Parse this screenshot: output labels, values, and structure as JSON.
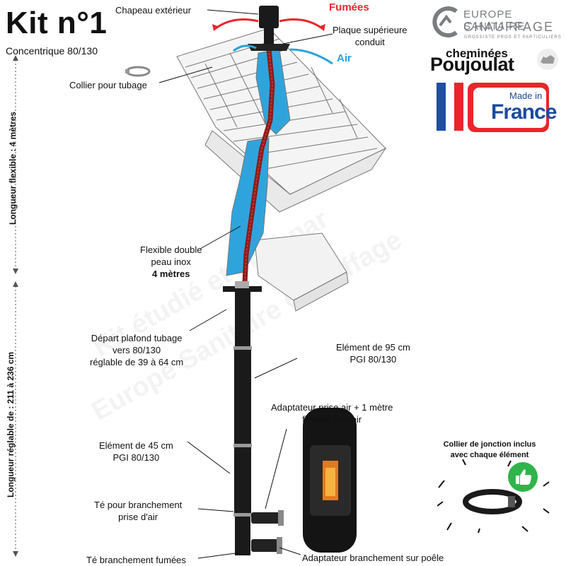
{
  "title": "Kit n°1",
  "subtitle": "Concentrique 80/130",
  "vertical_labels": {
    "flexible_length": "Longueur flexible : 4 mètres",
    "adjustable_length": "Longueur réglable de : 211 à 236 cm"
  },
  "flows": {
    "fumes": "Fumées",
    "air": "Air"
  },
  "labels": {
    "chapeau": "Chapeau extérieur",
    "plaque": [
      "Plaque supérieure",
      "conduit"
    ],
    "collier_tubage": "Collier pour tubage",
    "flexible": [
      "Flexible double",
      "peau inox"
    ],
    "flexible_bold": "4 mètres",
    "depart": [
      "Départ plafond tubage",
      "vers 80/130",
      "réglable de 39 à 64 cm"
    ],
    "element95": [
      "Elément de 95 cm",
      "PGI 80/130"
    ],
    "adaptateur_air": [
      "Adaptateur prise air + 1 mètre",
      "flexible air noir"
    ],
    "element45": [
      "Elément de 45 cm",
      "PGI 80/130"
    ],
    "te_air": [
      "Té pour branchement",
      "prise d'air"
    ],
    "te_fumees": "Té branchement fumées",
    "adaptateur_poele": "Adaptateur branchement sur poêle"
  },
  "info_box": [
    "Collier de jonction inclus",
    "avec chaque élément"
  ],
  "brands": {
    "esc_line1": "EUROPE SANITAIRE",
    "esc_line2": "CHAUFFAGE",
    "esc_line3": "GROSSISTE PROS ET PARTICULIERS",
    "poujoulat_line1": "cheminées",
    "poujoulat_line2": "Poujoulat",
    "made_line1": "Made in",
    "made_line2": "France"
  },
  "watermark": [
    "Kit étudié et créé par",
    "Europe Sanitaire Chauffage"
  ],
  "colors": {
    "fumes": "#e8262b",
    "air": "#2aa3d9",
    "pipe": "#1a1a1a",
    "france_blue": "#1f4ea3",
    "france_red": "#e8262b",
    "made_blue": "#1e4a9c"
  },
  "icons": [
    "thumbs-up-icon",
    "france-flag-icon",
    "dog-icon",
    "esc-logo-icon"
  ]
}
